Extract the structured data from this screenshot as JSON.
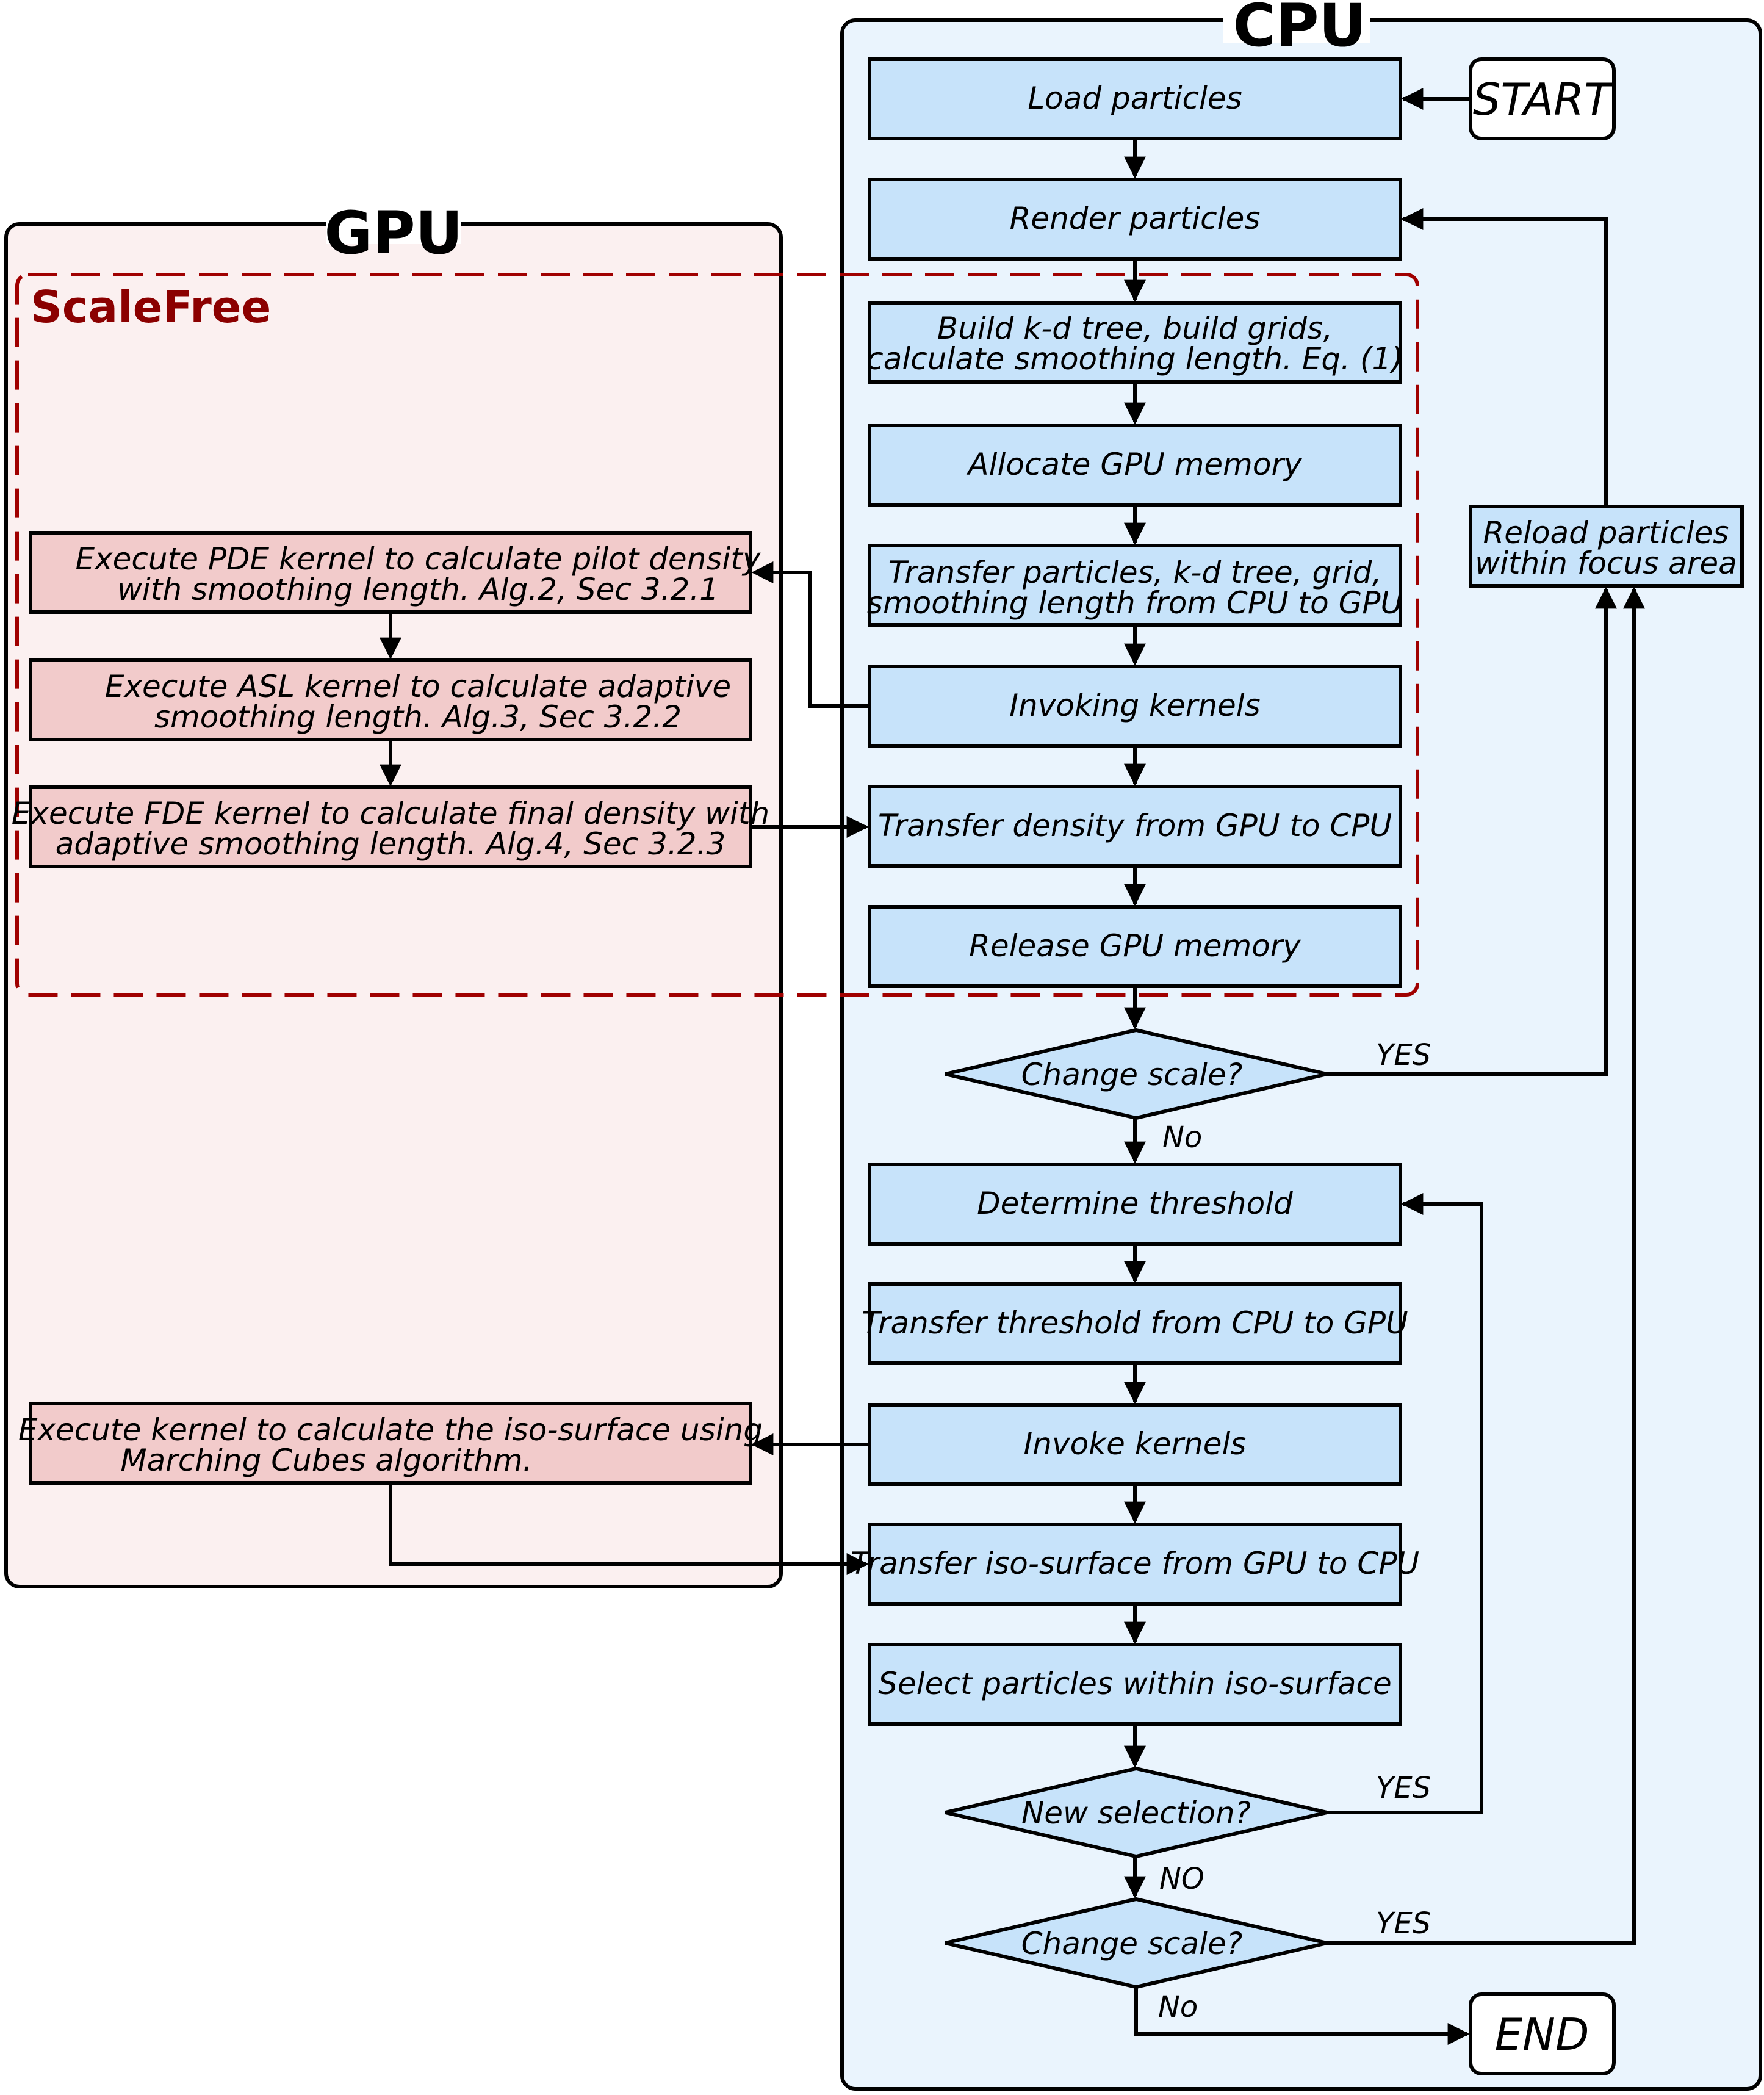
{
  "panels": {
    "cpu_title": "CPU",
    "gpu_title": "GPU",
    "scalefree_title": "ScaleFree"
  },
  "terminals": {
    "start": "START",
    "end": "END"
  },
  "cpu_steps": {
    "load": "Load particles",
    "render": "Render particles",
    "build": [
      "Build k-d tree, build grids,",
      "calculate smoothing length. Eq. (1)"
    ],
    "allocate": "Allocate GPU memory",
    "transfer_in": [
      "Transfer particles, k-d tree, grid,",
      "smoothing length from CPU to GPU"
    ],
    "invoking": "Invoking kernels",
    "transfer_density": "Transfer density from GPU to CPU",
    "release": "Release GPU memory",
    "determine": "Determine threshold",
    "transfer_threshold": "Transfer threshold from CPU to GPU",
    "invoke": "Invoke kernels",
    "transfer_iso": "Transfer iso-surface from GPU to CPU",
    "select": "Select particles within iso-surface",
    "reload": [
      "Reload particles",
      "within focus area"
    ]
  },
  "decisions": {
    "change_scale_1": "Change scale?",
    "new_selection": "New selection?",
    "change_scale_2": "Change scale?"
  },
  "edge_labels": {
    "yes_1": "YES",
    "no_1": "No",
    "yes_2": "YES",
    "no_2": "NO",
    "yes_3": "YES",
    "no_3": "No"
  },
  "gpu_steps": {
    "pde": [
      "Execute PDE kernel to calculate pilot density",
      "with smoothing length. Alg.2, Sec 3.2.1"
    ],
    "asl": [
      "Execute ASL kernel to calculate adaptive",
      "smoothing length. Alg.3, Sec 3.2.2"
    ],
    "fde": [
      "Execute FDE kernel to calculate final density with",
      "adaptive smoothing length. Alg.4, Sec 3.2.3"
    ],
    "marching": [
      "Execute kernel to calculate the iso-surface using",
      "Marching Cubes algorithm."
    ]
  },
  "colors": {
    "cpu_panel": "#eaf4fd",
    "gpu_panel": "#fbf0f0",
    "cpu_box": "#c7e3fa",
    "gpu_box": "#f2cbcb",
    "scalefree": "#a00000"
  }
}
